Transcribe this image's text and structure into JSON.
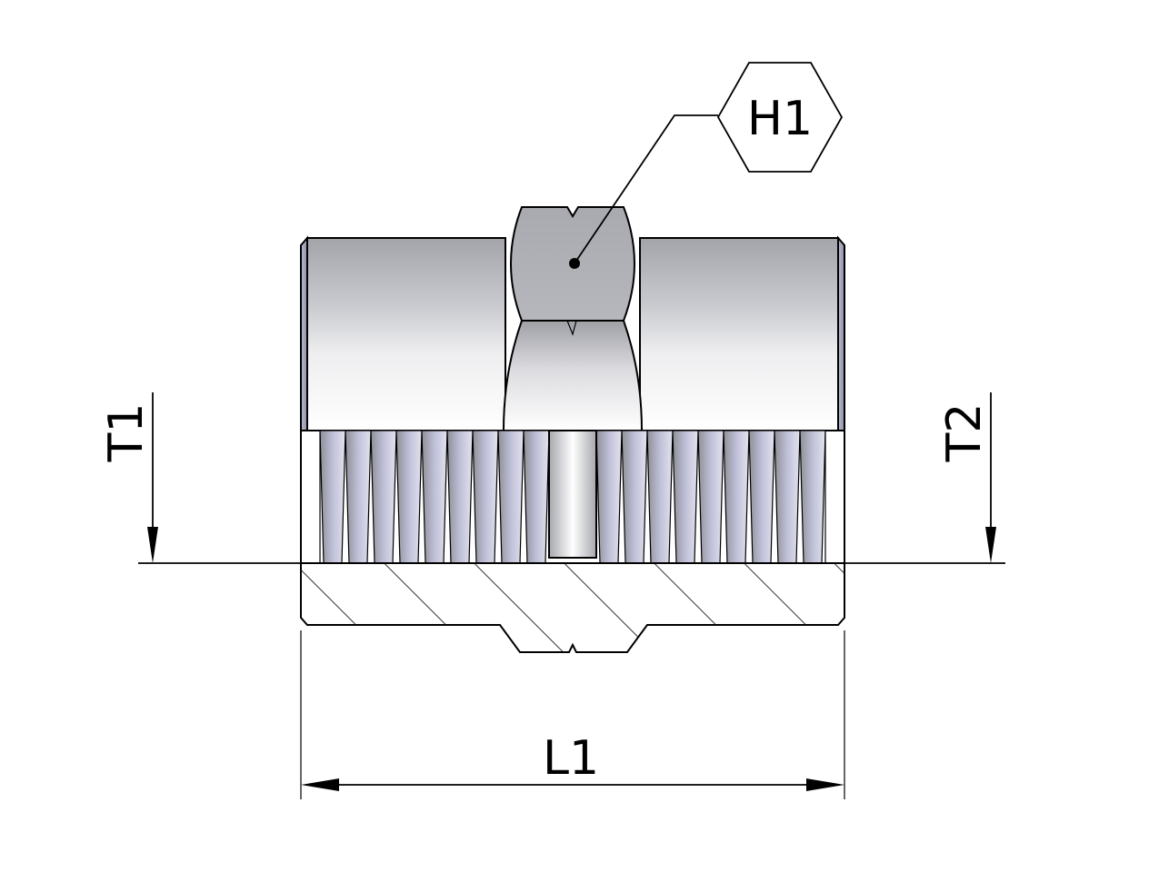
{
  "labels": {
    "hex_size": "H1",
    "thread_left": "T1",
    "thread_right": "T2",
    "length": "L1"
  },
  "colors": {
    "background": "#ffffff",
    "line": "#000000",
    "body_dark": "#9fa0a6",
    "body_light": "#f5f5f7",
    "thread_tint": "#c8c9e6"
  }
}
